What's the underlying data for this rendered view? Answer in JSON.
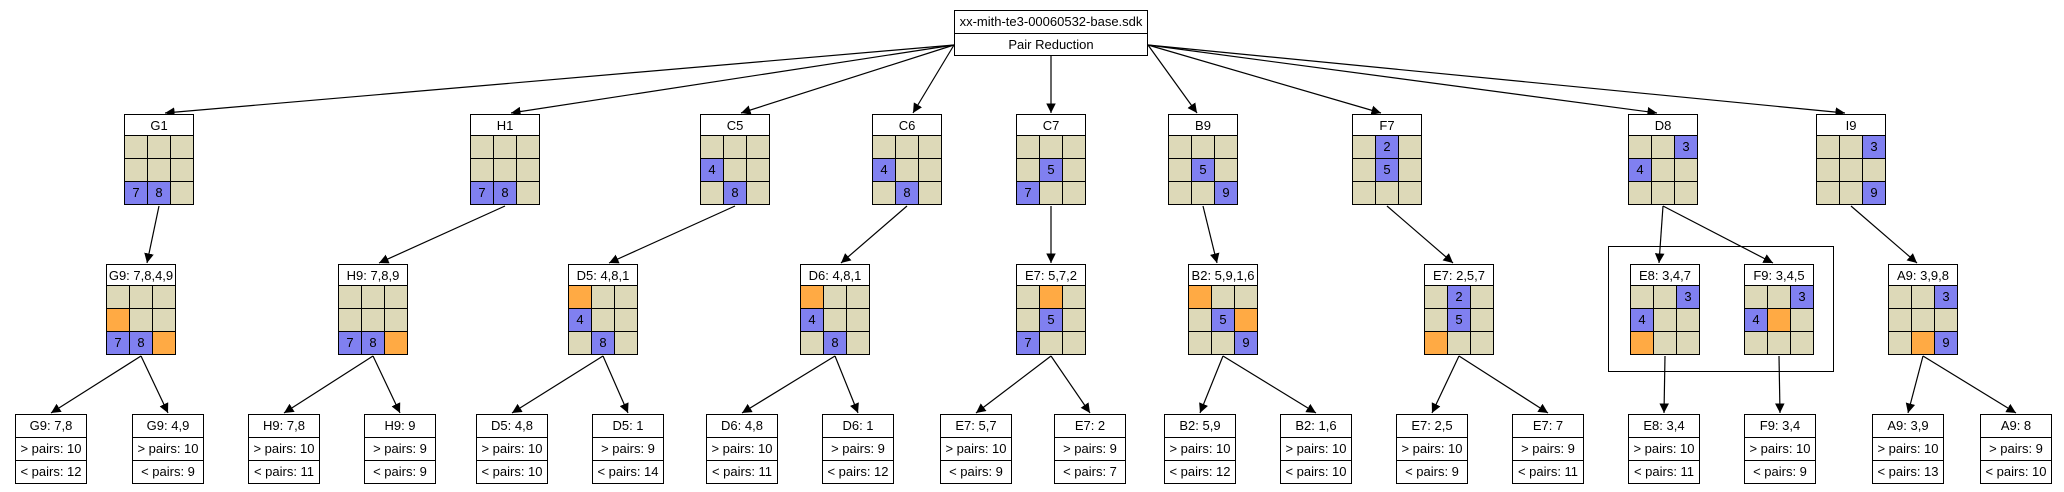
{
  "root": {
    "title": "xx-mith-te3-00060532-base.sdk",
    "subtitle": "Pair Reduction"
  },
  "colors": {
    "given": "#8080f0",
    "eliminated": "#ffaa44",
    "cell": "#ddd9b8"
  },
  "level1": [
    {
      "label": "G1",
      "cells": [
        "",
        "",
        "",
        "",
        "",
        "",
        "7",
        "8",
        ""
      ],
      "given": [
        6,
        7
      ],
      "elim": []
    },
    {
      "label": "H1",
      "cells": [
        "",
        "",
        "",
        "",
        "",
        "",
        "7",
        "8",
        ""
      ],
      "given": [
        6,
        7
      ],
      "elim": []
    },
    {
      "label": "C5",
      "cells": [
        "",
        "",
        "",
        "4",
        "",
        "",
        "",
        "8",
        ""
      ],
      "given": [
        3,
        7
      ],
      "elim": []
    },
    {
      "label": "C6",
      "cells": [
        "",
        "",
        "",
        "4",
        "",
        "",
        "",
        "8",
        ""
      ],
      "given": [
        3,
        7
      ],
      "elim": []
    },
    {
      "label": "C7",
      "cells": [
        "",
        "",
        "",
        "",
        "5",
        "",
        "7",
        "",
        ""
      ],
      "given": [
        4,
        6
      ],
      "elim": []
    },
    {
      "label": "B9",
      "cells": [
        "",
        "",
        "",
        "",
        "5",
        "",
        "",
        "",
        "9"
      ],
      "given": [
        4,
        8
      ],
      "elim": []
    },
    {
      "label": "F7",
      "cells": [
        "",
        "2",
        "",
        "",
        "5",
        "",
        "",
        "",
        ""
      ],
      "given": [
        1,
        4
      ],
      "elim": []
    },
    {
      "label": "D8",
      "cells": [
        "",
        "",
        "3",
        "4",
        "",
        "",
        "",
        "",
        ""
      ],
      "given": [
        2,
        3
      ],
      "elim": []
    },
    {
      "label": "I9",
      "cells": [
        "",
        "",
        "3",
        "",
        "",
        "",
        "",
        "",
        "9"
      ],
      "given": [
        2,
        8
      ],
      "elim": []
    }
  ],
  "level2": [
    {
      "label": "G9: 7,8,4,9",
      "cells": [
        "",
        "",
        "",
        "",
        "",
        "",
        "7",
        "8",
        ""
      ],
      "given": [
        6,
        7
      ],
      "elim": [
        3,
        8
      ]
    },
    {
      "label": "H9: 7,8,9",
      "cells": [
        "",
        "",
        "",
        "",
        "",
        "",
        "7",
        "8",
        ""
      ],
      "given": [
        6,
        7
      ],
      "elim": [
        8
      ]
    },
    {
      "label": "D5: 4,8,1",
      "cells": [
        "",
        "",
        "",
        "4",
        "",
        "",
        "",
        "8",
        ""
      ],
      "given": [
        3,
        7
      ],
      "elim": [
        0
      ]
    },
    {
      "label": "D6: 4,8,1",
      "cells": [
        "",
        "",
        "",
        "4",
        "",
        "",
        "",
        "8",
        ""
      ],
      "given": [
        3,
        7
      ],
      "elim": [
        0
      ]
    },
    {
      "label": "E7: 5,7,2",
      "cells": [
        "",
        "",
        "",
        "",
        "5",
        "",
        "7",
        "",
        ""
      ],
      "given": [
        4,
        6
      ],
      "elim": [
        1
      ]
    },
    {
      "label": "B2: 5,9,1,6",
      "cells": [
        "",
        "",
        "",
        "",
        "5",
        "",
        "",
        "",
        "9"
      ],
      "given": [
        4,
        8
      ],
      "elim": [
        0,
        5
      ]
    },
    {
      "label": "E7: 2,5,7",
      "cells": [
        "",
        "2",
        "",
        "",
        "5",
        "",
        "",
        "",
        ""
      ],
      "given": [
        1,
        4
      ],
      "elim": [
        6
      ]
    },
    {
      "label": "E8: 3,4,7",
      "cells": [
        "",
        "",
        "3",
        "4",
        "",
        "",
        "",
        "",
        ""
      ],
      "given": [
        2,
        3
      ],
      "elim": [
        6
      ]
    },
    {
      "label": "F9: 3,4,5",
      "cells": [
        "",
        "",
        "3",
        "4",
        "",
        "",
        "",
        "",
        ""
      ],
      "given": [
        2,
        3
      ],
      "elim": [
        4
      ]
    },
    {
      "label": "A9: 3,9,8",
      "cells": [
        "",
        "",
        "3",
        "",
        "",
        "",
        "",
        "",
        "9"
      ],
      "given": [
        2,
        8
      ],
      "elim": [
        7
      ]
    }
  ],
  "leaves": [
    {
      "title": "G9: 7,8",
      "gt": "> pairs: 10",
      "lt": "< pairs: 12"
    },
    {
      "title": "G9: 4,9",
      "gt": "> pairs: 10",
      "lt": "< pairs: 9"
    },
    {
      "title": "H9: 7,8",
      "gt": "> pairs: 10",
      "lt": "< pairs: 11"
    },
    {
      "title": "H9: 9",
      "gt": "> pairs: 9",
      "lt": "< pairs: 9"
    },
    {
      "title": "D5: 4,8",
      "gt": "> pairs: 10",
      "lt": "< pairs: 10"
    },
    {
      "title": "D5: 1",
      "gt": "> pairs: 9",
      "lt": "< pairs: 14"
    },
    {
      "title": "D6: 4,8",
      "gt": "> pairs: 10",
      "lt": "< pairs: 11"
    },
    {
      "title": "D6: 1",
      "gt": "> pairs: 9",
      "lt": "< pairs: 12"
    },
    {
      "title": "E7: 5,7",
      "gt": "> pairs: 10",
      "lt": "< pairs: 9"
    },
    {
      "title": "E7: 2",
      "gt": "> pairs: 9",
      "lt": "< pairs: 7"
    },
    {
      "title": "B2: 5,9",
      "gt": "> pairs: 10",
      "lt": "< pairs: 12"
    },
    {
      "title": "B2: 1,6",
      "gt": "> pairs: 10",
      "lt": "< pairs: 10"
    },
    {
      "title": "E7: 2,5",
      "gt": "> pairs: 10",
      "lt": "< pairs: 9"
    },
    {
      "title": "E7: 7",
      "gt": "> pairs: 9",
      "lt": "< pairs: 11"
    },
    {
      "title": "E8: 3,4",
      "gt": "> pairs: 10",
      "lt": "< pairs: 11"
    },
    {
      "title": "F9: 3,4",
      "gt": "> pairs: 10",
      "lt": "< pairs: 9"
    },
    {
      "title": "A9: 3,9",
      "gt": "> pairs: 10",
      "lt": "< pairs: 13"
    },
    {
      "title": "A9: 8",
      "gt": "> pairs: 9",
      "lt": "< pairs: 10"
    }
  ]
}
